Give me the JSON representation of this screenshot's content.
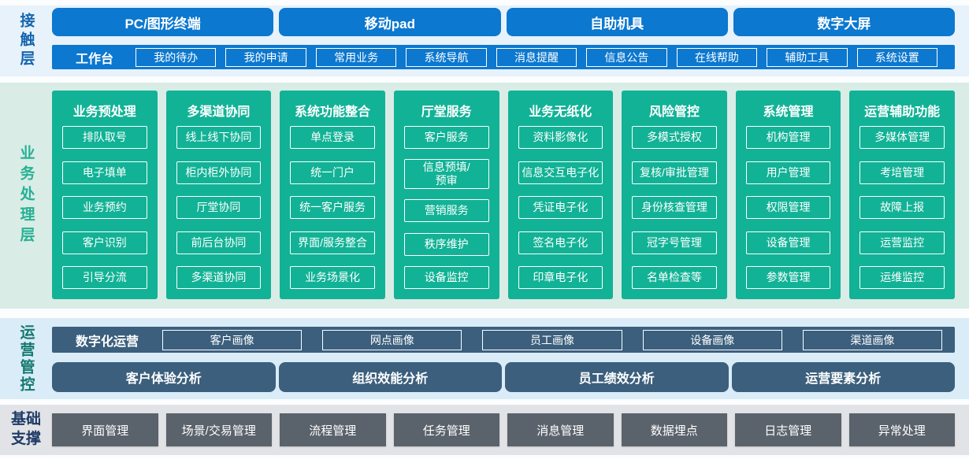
{
  "colors": {
    "primary_blue": "#0c78cf",
    "teal_green": "#12b296",
    "slate_blue": "#3b5f7d",
    "dark_gray": "#5a626b",
    "band_contact_bg": "#e7f2fb",
    "band_business_bg": "#d9ece6",
    "band_ops_bg": "#d9ecf8",
    "band_foundation_bg": "#e2e3e6",
    "label_blue": "#1565ae",
    "label_green": "#26b194",
    "label_teal": "#15786f",
    "label_navy": "#1d3a66"
  },
  "contact": {
    "label": "接触层",
    "terminals": [
      "PC/图形终端",
      "移动pad",
      "自助机具",
      "数字大屏"
    ],
    "workbench": {
      "label": "工作台",
      "items": [
        "我的待办",
        "我的申请",
        "常用业务",
        "系统导航",
        "消息提醒",
        "信息公告",
        "在线帮助",
        "辅助工具",
        "系统设置"
      ]
    }
  },
  "business": {
    "label": "业务处理层",
    "columns": [
      {
        "title": "业务预处理",
        "items": [
          "排队取号",
          "电子填单",
          "业务预约",
          "客户识别",
          "引导分流"
        ]
      },
      {
        "title": "多渠道协同",
        "items": [
          "线上线下协同",
          "柜内柜外协同",
          "厅堂协同",
          "前后台协同",
          "多渠道协同"
        ]
      },
      {
        "title": "系统功能整合",
        "items": [
          "单点登录",
          "统一门户",
          "统一客户服务",
          "界面/服务整合",
          "业务场景化"
        ]
      },
      {
        "title": "厅堂服务",
        "items": [
          "客户服务",
          "信息预填/\n预审",
          "营销服务",
          "秩序维护",
          "设备监控"
        ]
      },
      {
        "title": "业务无纸化",
        "items": [
          "资料影像化",
          "信息交互电子化",
          "凭证电子化",
          "签名电子化",
          "印章电子化"
        ]
      },
      {
        "title": "风险管控",
        "items": [
          "多模式授权",
          "复核/审批管理",
          "身份核查管理",
          "冠字号管理",
          "名单检查等"
        ]
      },
      {
        "title": "系统管理",
        "items": [
          "机构管理",
          "用户管理",
          "权限管理",
          "设备管理",
          "参数管理"
        ]
      },
      {
        "title": "运营辅助功能",
        "items": [
          "多媒体管理",
          "考培管理",
          "故障上报",
          "运营监控",
          "运维监控"
        ]
      }
    ]
  },
  "operations": {
    "label": "运营管控",
    "digital": {
      "label": "数字化运营",
      "items": [
        "客户画像",
        "网点画像",
        "员工画像",
        "设备画像",
        "渠道画像"
      ]
    },
    "analysis": [
      "客户体验分析",
      "组织效能分析",
      "员工绩效分析",
      "运营要素分析"
    ]
  },
  "foundation": {
    "label": "基础\n支撑",
    "items": [
      "界面管理",
      "场景/交易管理",
      "流程管理",
      "任务管理",
      "消息管理",
      "数据埋点",
      "日志管理",
      "异常处理"
    ]
  }
}
